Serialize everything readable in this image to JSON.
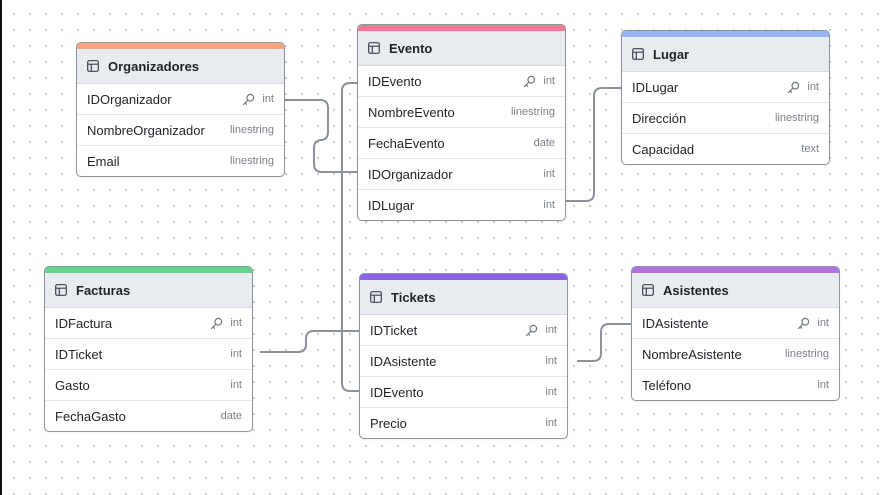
{
  "colors": {
    "organizadores": "#f5a57e",
    "evento": "#f07a92",
    "lugar": "#95b4f4",
    "facturas": "#62d58a",
    "tickets": "#8a63ea",
    "asistentes": "#b072e0",
    "link": "#8b929c"
  },
  "icons": {
    "table": "table-icon",
    "key": "key-icon"
  },
  "tables": {
    "organizadores": {
      "title": "Organizadores",
      "fields": [
        {
          "name": "IDOrganizador",
          "type": "int",
          "pk": true
        },
        {
          "name": "NombreOrganizador",
          "type": "linestring"
        },
        {
          "name": "Email",
          "type": "linestring"
        }
      ]
    },
    "evento": {
      "title": "Evento",
      "fields": [
        {
          "name": "IDEvento",
          "type": "int",
          "pk": true
        },
        {
          "name": "NombreEvento",
          "type": "linestring"
        },
        {
          "name": "FechaEvento",
          "type": "date"
        },
        {
          "name": "IDOrganizador",
          "type": "int"
        },
        {
          "name": "IDLugar",
          "type": "int"
        }
      ]
    },
    "lugar": {
      "title": "Lugar",
      "fields": [
        {
          "name": "IDLugar",
          "type": "int",
          "pk": true
        },
        {
          "name": "Dirección",
          "type": "linestring"
        },
        {
          "name": "Capacidad",
          "type": "text"
        }
      ]
    },
    "facturas": {
      "title": "Facturas",
      "fields": [
        {
          "name": "IDFactura",
          "type": "int",
          "pk": true
        },
        {
          "name": "IDTicket",
          "type": "int"
        },
        {
          "name": "Gasto",
          "type": "int"
        },
        {
          "name": "FechaGasto",
          "type": "date"
        }
      ]
    },
    "tickets": {
      "title": "Tickets",
      "fields": [
        {
          "name": "IDTicket",
          "type": "int",
          "pk": true
        },
        {
          "name": "IDAsistente",
          "type": "int"
        },
        {
          "name": "IDEvento",
          "type": "int"
        },
        {
          "name": "Precio",
          "type": "int"
        }
      ]
    },
    "asistentes": {
      "title": "Asistentes",
      "fields": [
        {
          "name": "IDAsistente",
          "type": "int",
          "pk": true
        },
        {
          "name": "NombreAsistente",
          "type": "linestring"
        },
        {
          "name": "Teléfono",
          "type": "int"
        }
      ]
    }
  },
  "relations": [
    {
      "from": "organizadores.IDOrganizador",
      "to": "evento.IDOrganizador"
    },
    {
      "from": "lugar.IDLugar",
      "to": "evento.IDLugar"
    },
    {
      "from": "evento.IDEvento",
      "to": "tickets.IDEvento"
    },
    {
      "from": "tickets.IDTicket",
      "to": "facturas.IDTicket"
    },
    {
      "from": "asistentes.IDAsistente",
      "to": "tickets.IDAsistente"
    }
  ]
}
